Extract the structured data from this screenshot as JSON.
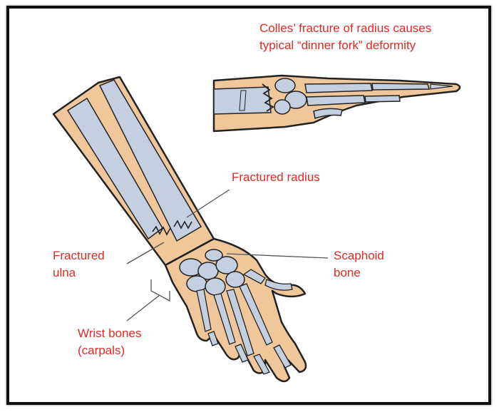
{
  "annotations": {
    "colles_line1": "Colles’ fracture of radius causes",
    "colles_line2": "typical “dinner fork” deformity",
    "fractured_radius": "Fractured radius",
    "fractured_ulna_line1": "Fractured",
    "fractured_ulna_line2": "ulna",
    "scaphoid_line1": "Scaphoid",
    "scaphoid_line2": "bone",
    "wrist_line1": "Wrist bones",
    "wrist_line2": "(carpals)"
  },
  "colors": {
    "label": "#e02a26",
    "skin": "#f0c79b",
    "bone": "#c4cfe0",
    "outline": "#222222",
    "leader": "#555555"
  }
}
